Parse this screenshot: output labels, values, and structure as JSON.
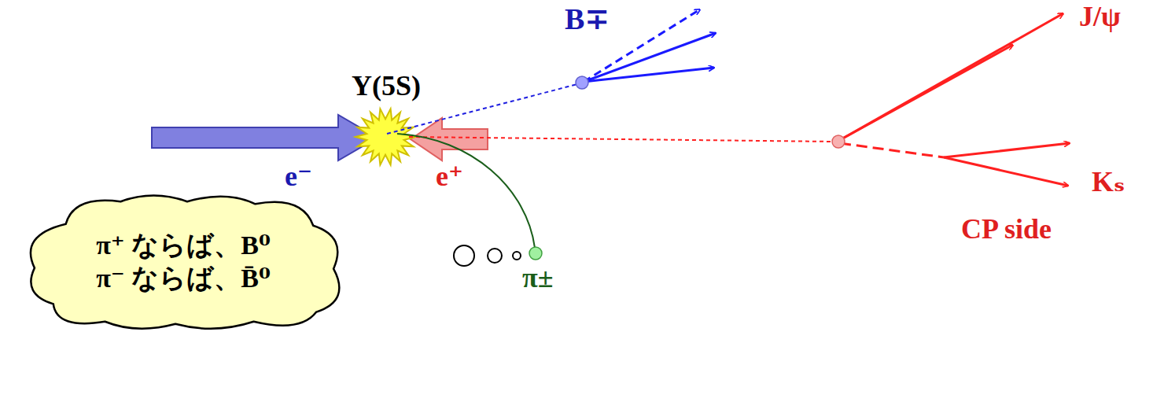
{
  "diagram": {
    "nodes": [
      {
        "text": [
          "π⁺ ならば、B⁰",
          "π⁻ ならば、B̄⁰"
        ]
      }
    ],
    "labels": [
      "Y(5S)",
      "e⁻",
      "e⁺",
      "B∓",
      "J/ψ",
      "Kₛ",
      "CP side",
      "π±"
    ]
  }
}
